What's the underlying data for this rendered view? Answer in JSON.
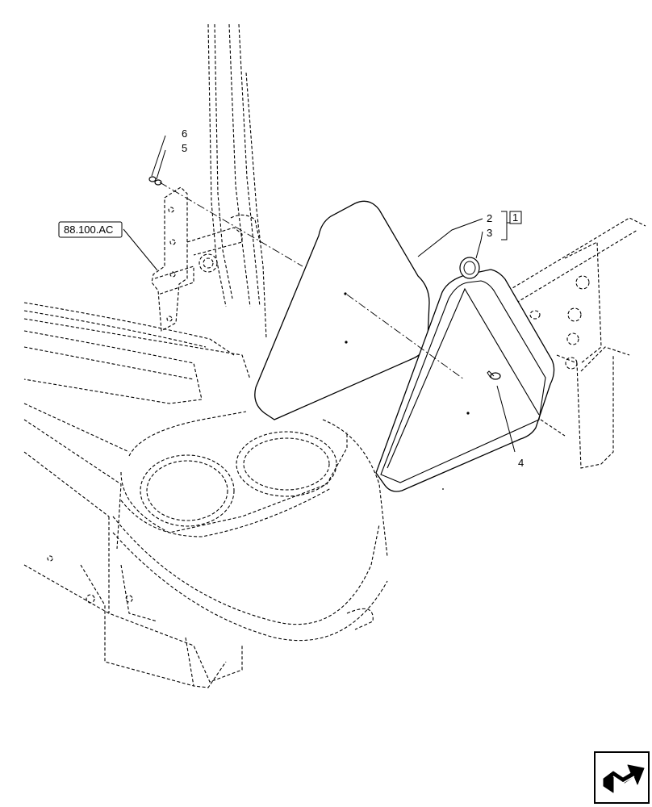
{
  "diagram": {
    "callouts": {
      "c2": "2",
      "c3": "3",
      "c4": "4",
      "c5": "5",
      "c6": "6",
      "group": "1"
    },
    "reference_label": "88.100.AC",
    "nav_icon": "next-page-arrow-icon"
  }
}
